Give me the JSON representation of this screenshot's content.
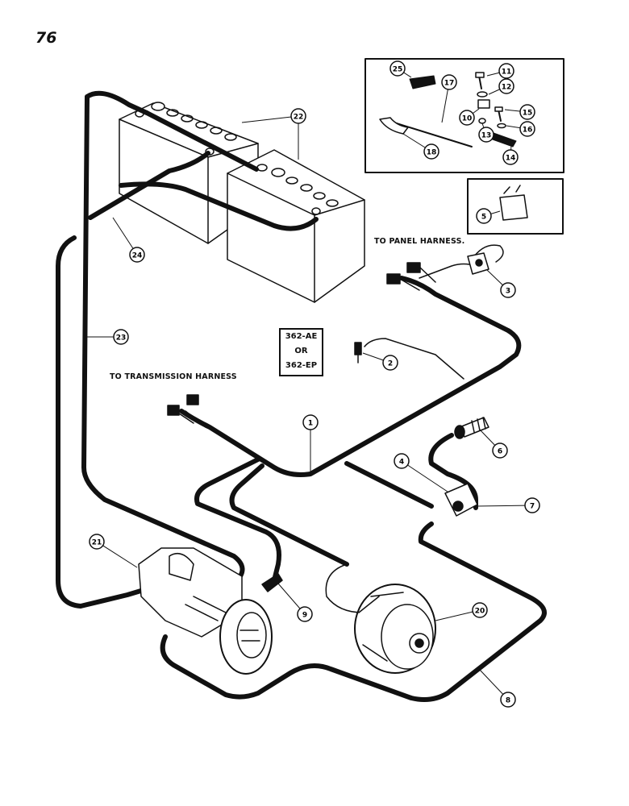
{
  "page_number": "76",
  "notes": {
    "to_panel": "TO PANEL HARNESS.",
    "to_transmission": "TO TRANSMISSION HARNESS"
  },
  "model_box": {
    "line1": "362-AE",
    "line2": "OR",
    "line3": "362-EP"
  },
  "callouts": {
    "c1": "1",
    "c2": "2",
    "c3": "3",
    "c4": "4",
    "c5": "5",
    "c6": "6",
    "c7": "7",
    "c8": "8",
    "c9": "9",
    "c10": "10",
    "c11": "11",
    "c12": "12",
    "c13": "13",
    "c14": "14",
    "c15": "15",
    "c16": "16",
    "c17": "17",
    "c18": "18",
    "c20": "20",
    "c21": "21",
    "c22": "22",
    "c23": "23",
    "c24": "24",
    "c25": "25"
  }
}
